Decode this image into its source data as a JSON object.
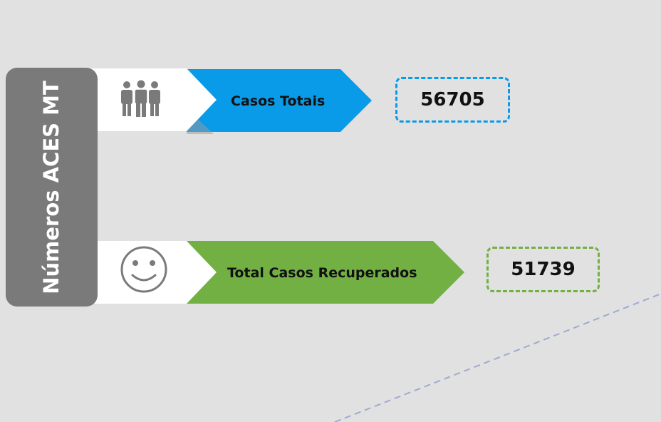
{
  "title": "Números ACES MT",
  "rows": [
    {
      "icon": "people-icon",
      "label": "Casos Totais",
      "value": "56705",
      "color": "#0a9be8"
    },
    {
      "icon": "smiley-icon",
      "label": "Total Casos Recuperados",
      "value": "51739",
      "color": "#72b043"
    }
  ]
}
